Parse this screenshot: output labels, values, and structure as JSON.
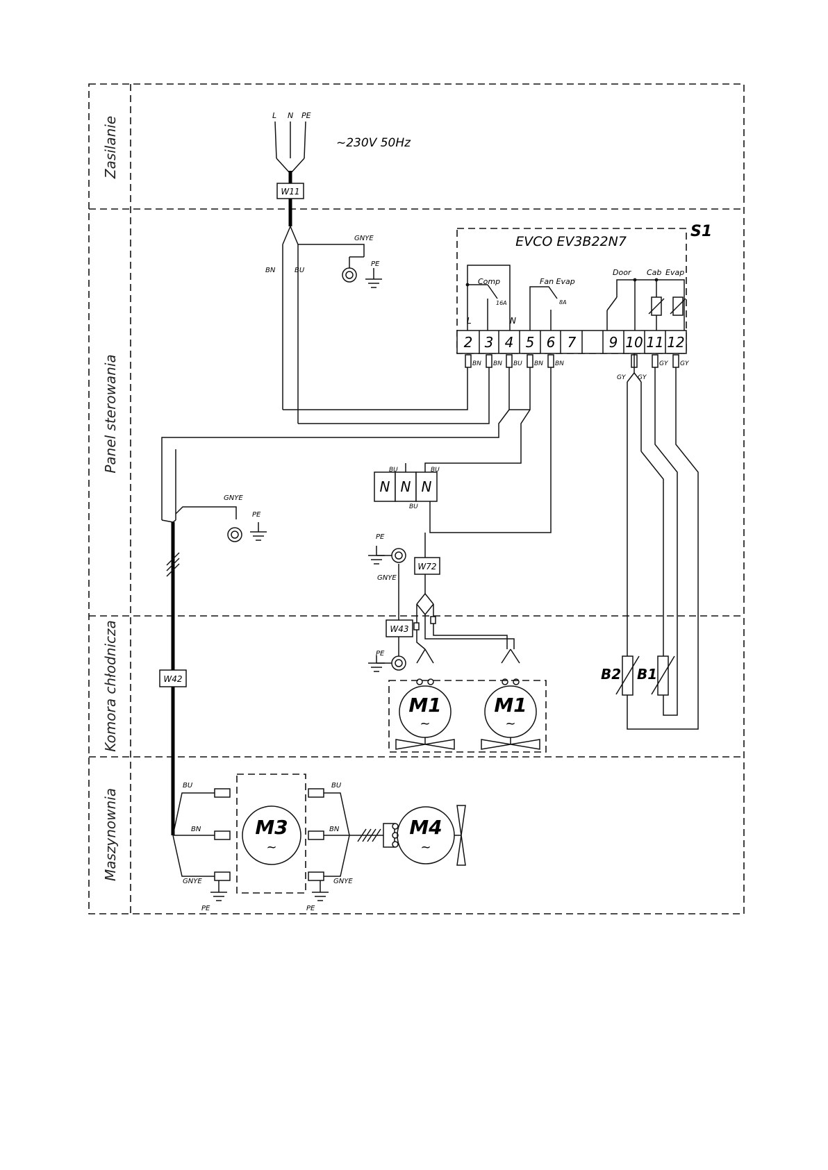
{
  "sections": {
    "supply": "Zasilanie",
    "panel": "Panel sterowania",
    "chamber": "Komora chłodnicza",
    "machine_room": "Maszynownia"
  },
  "supply": {
    "l": "L",
    "n": "N",
    "pe": "PE",
    "voltage": "~230V 50Hz",
    "cable": "W11"
  },
  "controller": {
    "ref": "S1",
    "model": "EVCO EV3B22N7",
    "comp": "Comp",
    "comp_rating": "16A",
    "fan": "Fan Evap",
    "fan_rating": "8A",
    "door": "Door",
    "cab": "Cab",
    "evap": "Evap",
    "label_l": "L",
    "label_n": "N",
    "terminals": [
      "2",
      "3",
      "4",
      "5",
      "6",
      "7",
      "9",
      "10",
      "11",
      "12"
    ]
  },
  "wires": {
    "bn": "BN",
    "bu": "BU",
    "gy": "GY",
    "gnye": "GNYE",
    "pe": "PE"
  },
  "nblock": {
    "n1": "N",
    "n2": "N",
    "n3": "N"
  },
  "cables": {
    "w72": "W72",
    "w43": "W43",
    "w42": "W42"
  },
  "components": {
    "m1a": "M1",
    "m1b": "M1",
    "m3": "M3",
    "m4": "M4",
    "b1": "B1",
    "b2": "B2",
    "ac": "~"
  }
}
